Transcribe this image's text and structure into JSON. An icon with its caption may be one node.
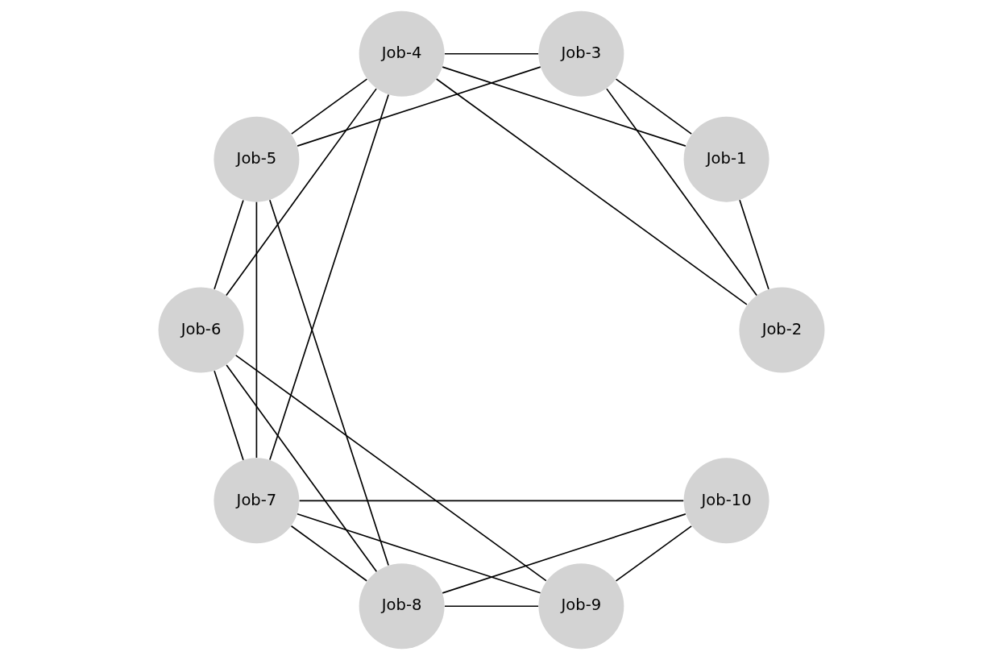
{
  "diagram": {
    "nodes": [
      {
        "text": [
          "Job-4"
        ]
      },
      {
        "text": [
          "Job-3"
        ]
      },
      {
        "text": [
          "Job-5"
        ]
      },
      {
        "text": [
          "Job-2"
        ]
      },
      {
        "text": [
          "Job-6"
        ]
      },
      {
        "text": [
          "Job-1"
        ]
      },
      {
        "text": [
          "Job-7"
        ]
      },
      {
        "text": [
          "Job-10"
        ]
      },
      {
        "text": [
          "Job-8"
        ]
      },
      {
        "text": [
          "Job-9"
        ]
      }
    ],
    "edges": [
      {
        "from": 0,
        "to": 1,
        "arrow": "none"
      },
      {
        "from": 0,
        "to": 3,
        "arrow": "none"
      },
      {
        "from": 0,
        "to": 5,
        "arrow": "none"
      },
      {
        "from": 0,
        "to": 2,
        "arrow": "none"
      },
      {
        "from": 0,
        "to": 4,
        "arrow": "none"
      },
      {
        "from": 0,
        "to": 6,
        "arrow": "none"
      },
      {
        "from": 1,
        "to": 3,
        "arrow": "none"
      },
      {
        "from": 1,
        "to": 5,
        "arrow": "none"
      },
      {
        "from": 1,
        "to": 2,
        "arrow": "none"
      },
      {
        "from": 3,
        "to": 5,
        "arrow": "none"
      },
      {
        "from": 2,
        "to": 4,
        "arrow": "none"
      },
      {
        "from": 2,
        "to": 6,
        "arrow": "none"
      },
      {
        "from": 2,
        "to": 8,
        "arrow": "none"
      },
      {
        "from": 4,
        "to": 6,
        "arrow": "none"
      },
      {
        "from": 4,
        "to": 8,
        "arrow": "none"
      },
      {
        "from": 4,
        "to": 9,
        "arrow": "none"
      },
      {
        "from": 6,
        "to": 7,
        "arrow": "none"
      },
      {
        "from": 6,
        "to": 8,
        "arrow": "none"
      },
      {
        "from": 6,
        "to": 9,
        "arrow": "none"
      },
      {
        "from": 8,
        "to": 9,
        "arrow": "none"
      },
      {
        "from": 8,
        "to": 7,
        "arrow": "none"
      },
      {
        "from": 9,
        "to": 7,
        "arrow": "none"
      }
    ]
  }
}
